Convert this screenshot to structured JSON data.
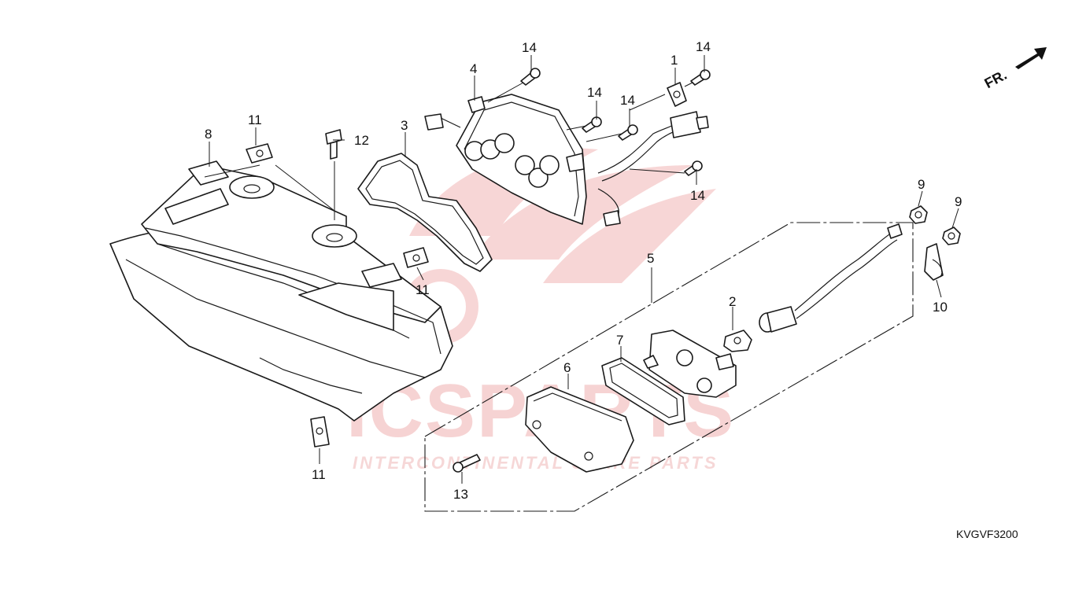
{
  "watermark": {
    "brand": "ICSPARTS",
    "tagline": "INTERCONTINENTAL SPARE PARTS",
    "color": "#e88a8a"
  },
  "direction_label": "FR.",
  "diagram_code": "KVGVF3200",
  "callouts": {
    "c1": "1",
    "c2": "2",
    "c3": "3",
    "c4": "4",
    "c5": "5",
    "c6": "6",
    "c7": "7",
    "c8": "8",
    "c9a": "9",
    "c9b": "9",
    "c10": "10",
    "c11a": "11",
    "c11b": "11",
    "c11c": "11",
    "c12": "12",
    "c13": "13",
    "c14a": "14",
    "c14b": "14",
    "c14c": "14",
    "c14d": "14",
    "c14e": "14"
  }
}
